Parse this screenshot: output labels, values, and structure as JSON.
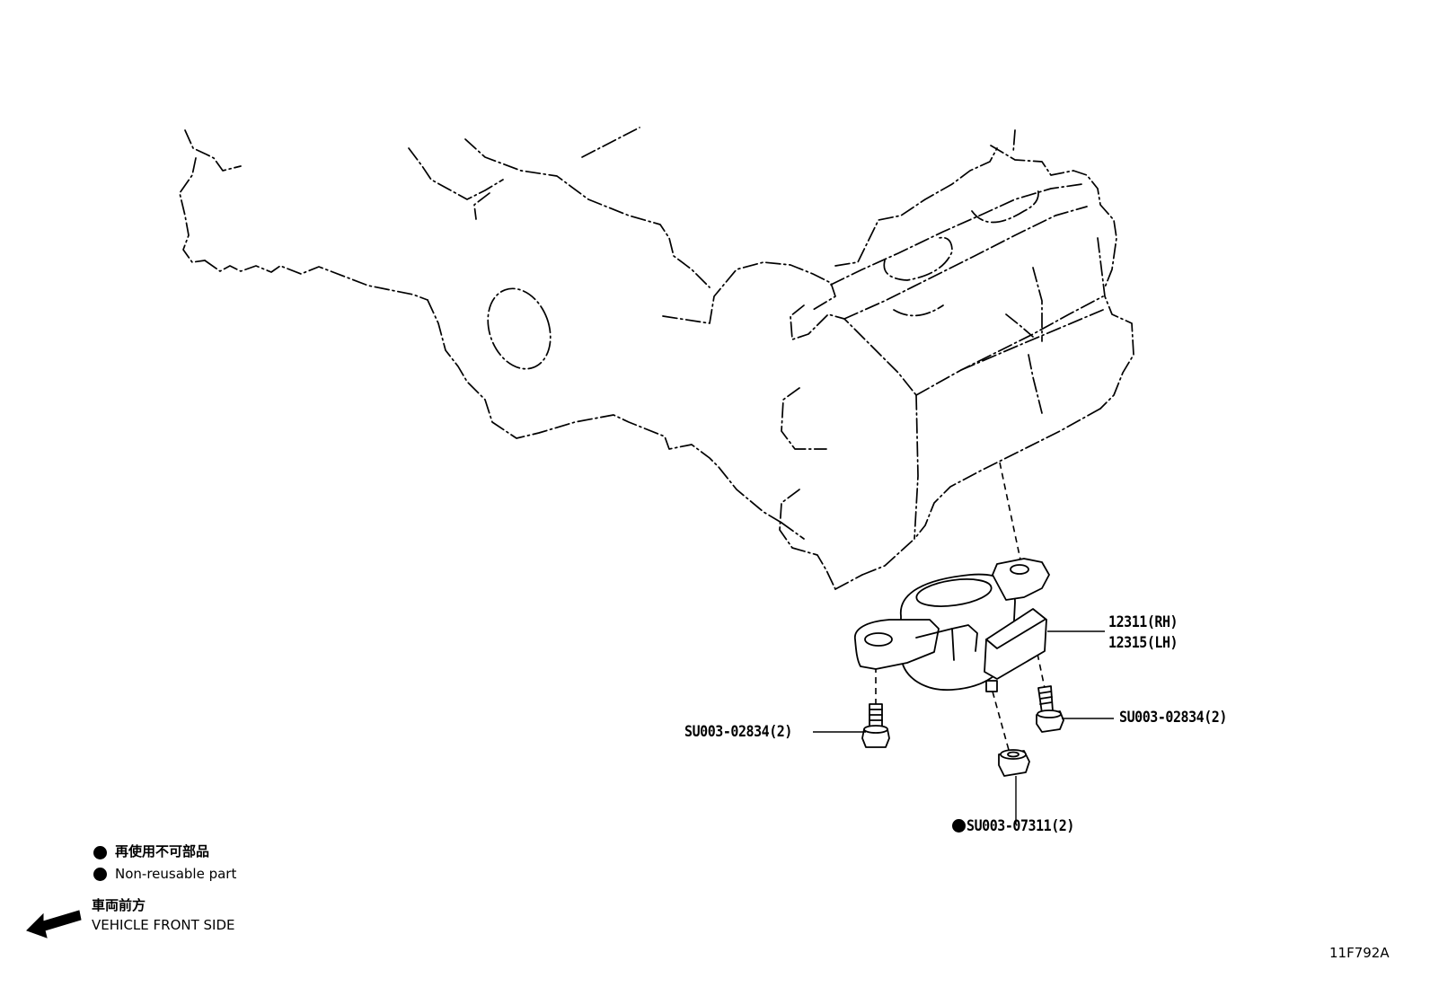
{
  "callouts": {
    "mount_rh": "12311(RH)",
    "mount_lh": "12315(LH)",
    "bolt_right": "SU003-02834(2)",
    "bolt_left": "SU003-02834(2)",
    "nut_bottom": "SU003-07311(2)"
  },
  "legend": {
    "non_reusable_jp": "再使用不可部品",
    "non_reusable_en": "Non-reusable part",
    "front_jp": "車両前方",
    "front_en": "VEHICLE FRONT SIDE"
  },
  "figure_id": "11F792A",
  "colors": {
    "ink": "#000000",
    "paper": "#ffffff"
  },
  "icons": {
    "non_reusable_marker": "filled-circle-icon",
    "front_direction": "arrow-left-down-icon"
  }
}
